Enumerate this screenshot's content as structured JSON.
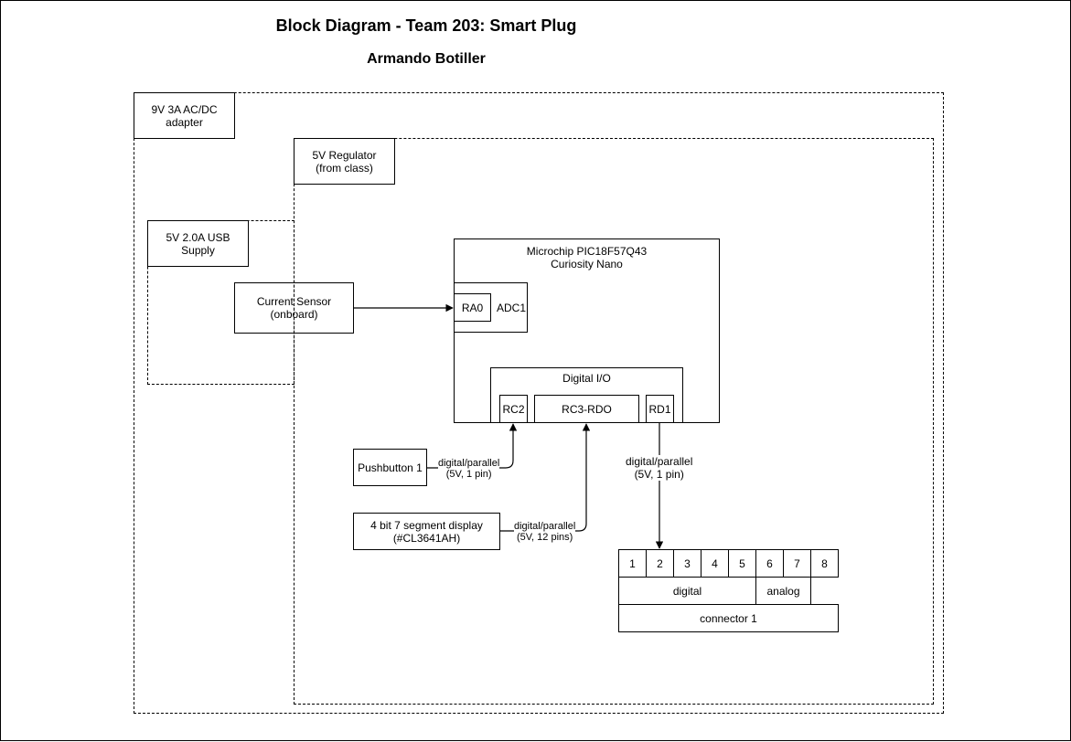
{
  "diagram": {
    "title": "Block Diagram - Team 203: Smart Plug",
    "author": "Armando Botiller",
    "adapter": {
      "line1": "9V 3A AC/DC",
      "line2": "adapter"
    },
    "regulator": {
      "line1": "5V Regulator",
      "line2": "(from class)"
    },
    "usb_supply": {
      "line1": "5V 2.0A USB",
      "line2": "Supply"
    },
    "current_sensor": {
      "line1": "Current Sensor",
      "line2": "(onboard)"
    },
    "mcu": {
      "line1": "Microchip PIC18F57Q43",
      "line2": "Curiosity Nano"
    },
    "adc": {
      "pin": "RA0",
      "label": "ADC1"
    },
    "digital_io": {
      "label": "Digital I/O",
      "rc2": "RC2",
      "rc3": "RC3-RDO",
      "rd1": "RD1"
    },
    "pushbutton": {
      "label": "Pushbutton 1",
      "conn_line1": "digital/parallel",
      "conn_line2": "(5V, 1 pin)"
    },
    "display": {
      "line1": "4 bit 7 segment display",
      "line2": "(#CL3641AH)",
      "conn_line1": "digital/parallel",
      "conn_line2": "(5V, 12 pins)"
    },
    "rd1_conn": {
      "line1": "digital/parallel",
      "line2": "(5V, 1 pin)"
    },
    "connector": {
      "pins": [
        "1",
        "2",
        "3",
        "4",
        "5",
        "6",
        "7",
        "8"
      ],
      "digital": "digital",
      "analog": "analog",
      "name": "connector 1"
    }
  }
}
